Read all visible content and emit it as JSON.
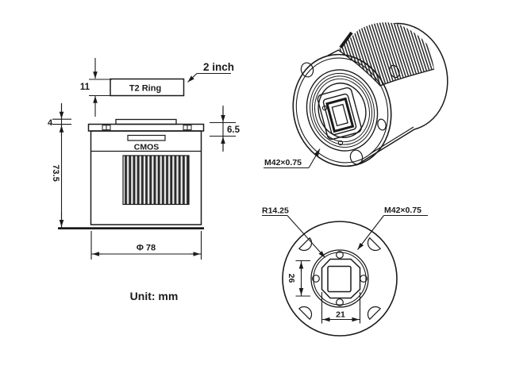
{
  "colors": {
    "line": "#1a1a1a",
    "background": "#ffffff"
  },
  "unit_note": "Unit: mm",
  "side_view": {
    "two_inch_label": "2 inch",
    "t2_ring_label": "T2 Ring",
    "cmos_label": "CMOS",
    "dims": {
      "ring_thickness": "11",
      "plate_thickness": "4",
      "body_height": "73.5",
      "top_section": "6.5",
      "body_diameter": "Φ 78"
    }
  },
  "perspective_view": {
    "thread_label": "M42×0.75"
  },
  "front_view": {
    "radius_label": "R14.25",
    "thread_label": "M42×0.75",
    "dims": {
      "opening_height": "26",
      "opening_width": "21"
    }
  }
}
